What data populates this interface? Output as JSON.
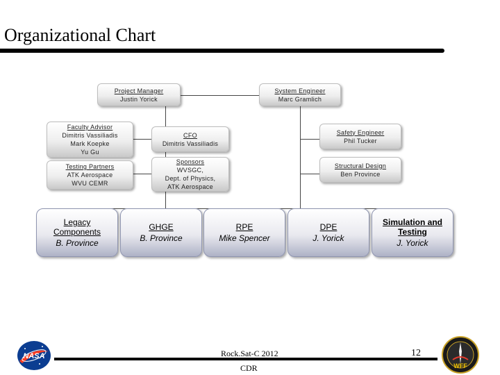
{
  "title": "Organizational Chart",
  "colors": {
    "rule": "#000000",
    "box_border": "#bdbdbd",
    "big_border": "#8f95b0",
    "nasa_blue": "#0b3d91",
    "nasa_red": "#fc3d21"
  },
  "nodes": {
    "project_manager": {
      "role": "Project Manager",
      "name": "Justin Yorick"
    },
    "system_engineer": {
      "role": "System Engineer",
      "name": "Marc Gramlich"
    },
    "faculty_advisor": {
      "role": "Faculty Advisor",
      "names": [
        "Dimitris Vassiliadis",
        "Mark Koepke",
        "Yu Gu"
      ]
    },
    "cfo": {
      "role": "CFO",
      "name": "Dimitris Vassiliadis"
    },
    "safety_engineer": {
      "role": "Safety Engineer",
      "name": "Phil Tucker"
    },
    "testing_partners": {
      "role": "Testing Partners",
      "names": [
        "ATK Aerospace",
        "WVU CEMR"
      ]
    },
    "sponsors": {
      "role": "Sponsors",
      "names": [
        "WVSGC,",
        "Dept. of Physics,",
        "ATK Aerospace"
      ]
    },
    "structural_design": {
      "role": "Structural Design",
      "name": "Ben Province"
    }
  },
  "teams": [
    {
      "title_line1": "Legacy",
      "title_line2": "Components",
      "lead": "B. Province"
    },
    {
      "title": "GHGE",
      "lead": "B. Province"
    },
    {
      "title": "RPE",
      "lead": "Mike Spencer"
    },
    {
      "title": "DPE",
      "lead": "J. Yorick"
    },
    {
      "title_line1": "Simulation and",
      "title_line2": "Testing",
      "lead": "J. Yorick"
    }
  ],
  "footer": {
    "center_line1": "Rock.Sat-C 2012",
    "center_line2": "CDR",
    "page": "12",
    "logo_left": "NASA",
    "logo_right": "WFF"
  }
}
